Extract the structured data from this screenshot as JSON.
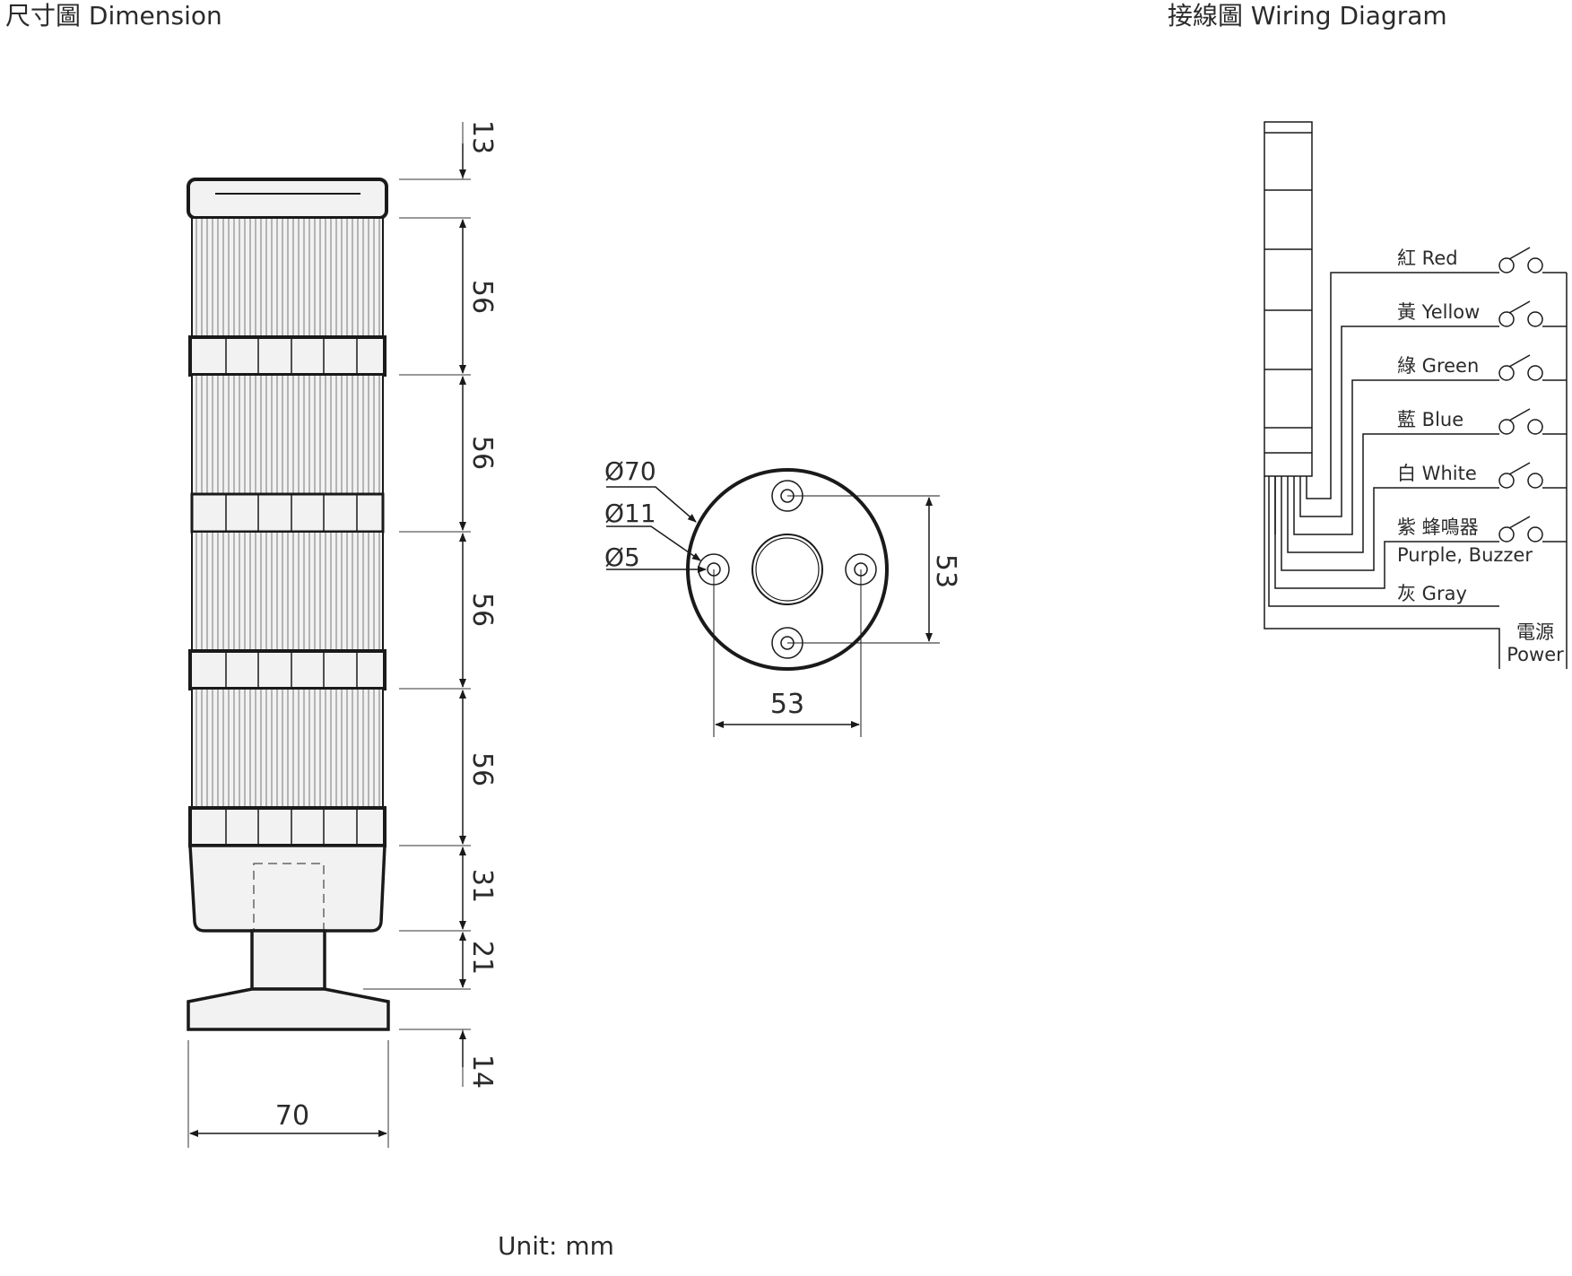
{
  "titles": {
    "dimension": "尺寸圖 Dimension",
    "wiring": "接線圖 Wiring Diagram"
  },
  "dimensions": {
    "vertical": [
      "13",
      "56",
      "56",
      "56",
      "56",
      "31",
      "21",
      "14"
    ],
    "width": "70",
    "base_diameter": "Ø70",
    "boss_diameter": "Ø11",
    "hole_diameter": "Ø5",
    "hole_spacing_h": "53",
    "hole_spacing_v": "53"
  },
  "wiring": {
    "wires": [
      {
        "label": "紅 Red"
      },
      {
        "label": "黃 Yellow"
      },
      {
        "label": "綠 Green"
      },
      {
        "label": "藍 Blue"
      },
      {
        "label": "白 White"
      },
      {
        "label": "紫 蜂鳴器",
        "sub": "Purple, Buzzer"
      }
    ],
    "common": "灰 Gray",
    "power_zh": "電源",
    "power_en": "Power"
  },
  "unit": "Unit: mm",
  "colors": {
    "line": "#1a1a1a",
    "fill": "#f2f2f2"
  }
}
